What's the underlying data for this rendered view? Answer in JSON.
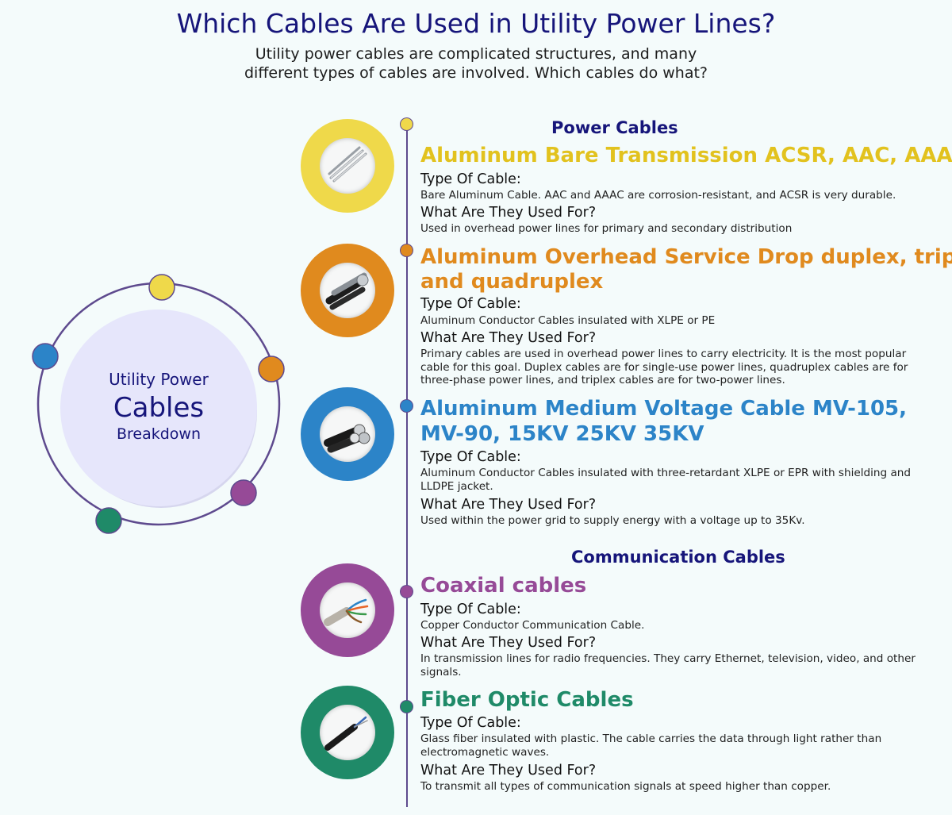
{
  "header": {
    "title": "Which Cables Are Used in Utility Power Lines?",
    "subtitle_line1": "Utility power cables are complicated structures, and many",
    "subtitle_line2": "different types of cables are involved. Which cables do what?"
  },
  "hub": {
    "line1": "Utility Power",
    "line2": "Cables",
    "line3": "Breakdown"
  },
  "sections": {
    "power": "Power Cables",
    "communication": "Communication Cables"
  },
  "labels": {
    "type": "Type Of Cable:",
    "use": "What Are They Used For?"
  },
  "colors": {
    "yellow": "#efd94a",
    "orange": "#e08a1e",
    "blue": "#2c84c8",
    "purple": "#964a97",
    "green": "#1f8a68",
    "navy": "#16157a"
  },
  "items": [
    {
      "heading1": "Aluminum Bare Transmission ACSR, AAC, AAAC",
      "heading2": "",
      "type": "Bare Aluminum Cable. AAC and AAAC are corrosion-resistant, and ACSR is very durable.",
      "use": "Used in overhead power lines for primary and secondary distribution",
      "icon": "bare-aluminum-cable-icon"
    },
    {
      "heading1": "Aluminum Overhead Service Drop duplex, triplex,",
      "heading2": "and quadruplex",
      "type": "Aluminum Conductor Cables insulated with XLPE or PE",
      "use": "Primary cables are used in overhead power lines to carry electricity. It is the most popular cable for this goal. Duplex cables are for single-use power lines, quadruplex cables are for three-phase power lines, and triplex cables are for two-power lines.",
      "icon": "service-drop-cable-icon"
    },
    {
      "heading1": "Aluminum Medium Voltage Cable MV-105,",
      "heading2": "MV-90, 15KV 25KV 35KV",
      "type": "Aluminum Conductor Cables insulated with three-retardant XLPE or EPR with shielding and LLDPE jacket.",
      "use": "Used within the power grid to supply energy with a voltage up to 35Kv.",
      "icon": "medium-voltage-cable-icon"
    },
    {
      "heading1": "Coaxial cables",
      "heading2": "",
      "type": "Copper Conductor Communication Cable.",
      "use": "In transmission lines for radio frequencies. They carry Ethernet, television, video, and other signals.",
      "icon": "coaxial-cable-icon"
    },
    {
      "heading1": "Fiber Optic Cables",
      "heading2": "",
      "type": "Glass fiber insulated with plastic. The cable carries the data through light rather than electromagnetic waves.",
      "use": "To transmit all types of communication signals at speed higher than copper.",
      "icon": "fiber-optic-cable-icon"
    }
  ]
}
